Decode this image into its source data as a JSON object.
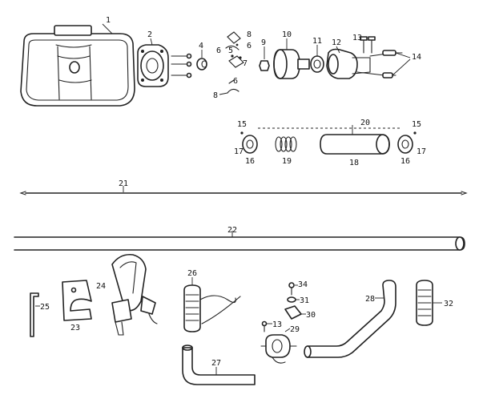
{
  "callouts": {
    "c1": "1",
    "c2": "2",
    "c4": "4",
    "c5": "5",
    "c6a": "6",
    "c6b": "6",
    "c6c": "6",
    "c7": "7",
    "c8a": "8",
    "c8b": "8",
    "c9": "9",
    "c10": "10",
    "c11": "11",
    "c12": "12",
    "c13a": "13",
    "c14": "14",
    "c15a": "15",
    "c15b": "15",
    "c16a": "16",
    "c16b": "16",
    "c17a": "17",
    "c17b": "17",
    "c18": "18",
    "c19": "19",
    "c20": "20",
    "c21": "21",
    "c22": "22",
    "c23": "23",
    "c24": "24",
    "c25": "25",
    "c26": "26",
    "c27": "27",
    "c28": "28",
    "c29": "29",
    "c30": "30",
    "c31": "31",
    "c32": "32",
    "c34": "34",
    "c13b": "13"
  }
}
